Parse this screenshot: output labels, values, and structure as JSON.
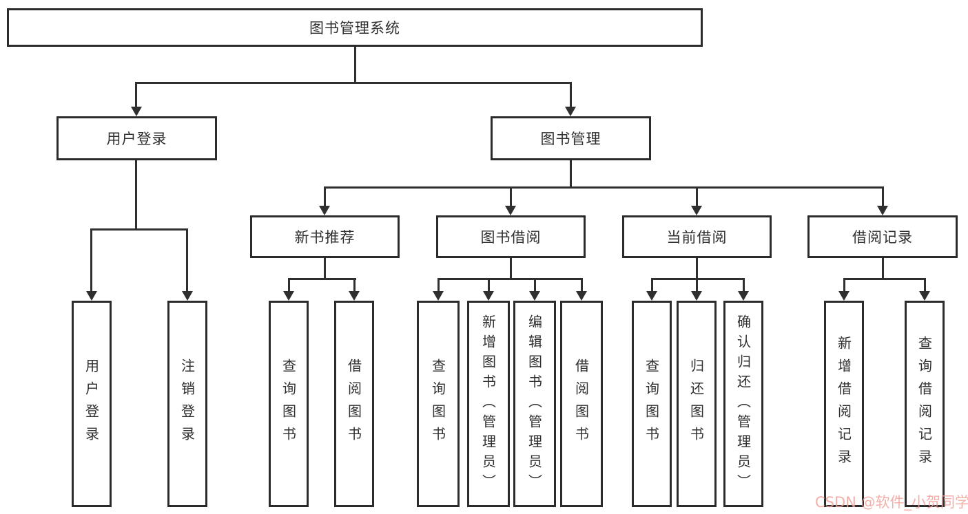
{
  "page": {
    "background_color": "#FFFFFF",
    "line_color": "#2F2F2F",
    "box_border_color": "#2B2B2B",
    "text_color": "#2F2F2F"
  },
  "tree": {
    "root": "图书管理系统",
    "branches": [
      {
        "label": "用户登录",
        "children": [
          "用户登录",
          "注销登录"
        ]
      },
      {
        "label": "图书管理",
        "sections": [
          {
            "label": "新书推荐",
            "children": [
              "查询图书",
              "借阅图书"
            ]
          },
          {
            "label": "图书借阅",
            "children": [
              "查询图书",
              "新增图书（管理员）",
              "编辑图书（管理员）",
              "借阅图书"
            ]
          },
          {
            "label": "当前借阅",
            "children": [
              "查询图书",
              "归还图书",
              "确认归还（管理员）"
            ]
          },
          {
            "label": "借阅记录",
            "children": [
              "新增借阅记录",
              "查询借阅记录"
            ]
          }
        ]
      }
    ]
  },
  "watermark": {
    "text": "CSDN @软件_小贺同学",
    "color": "#F2A29C"
  }
}
